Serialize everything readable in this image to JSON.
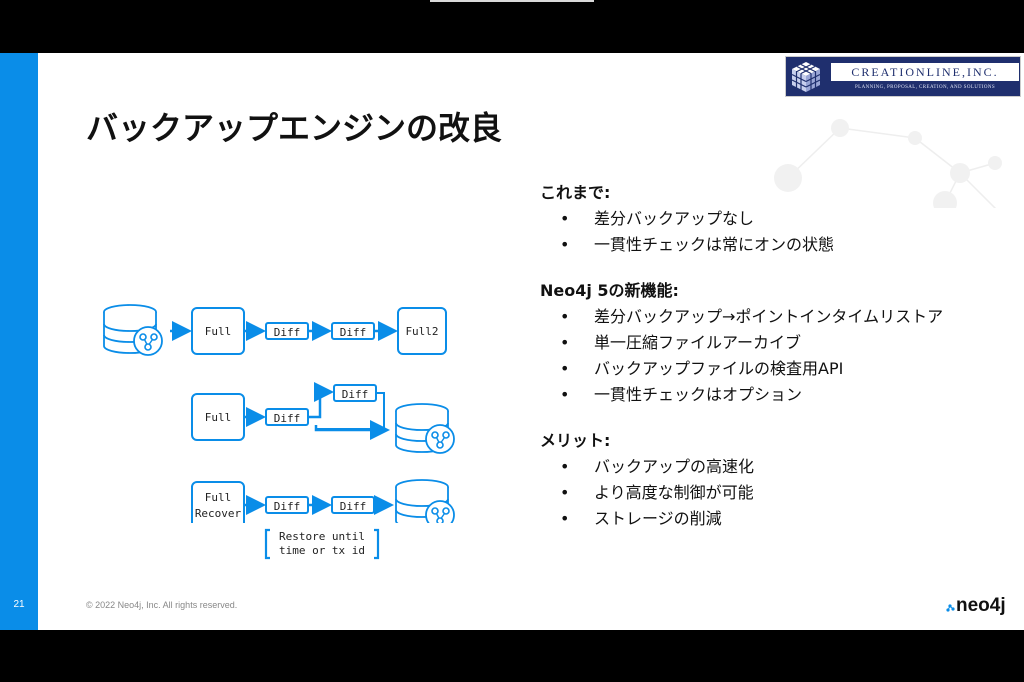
{
  "slide": {
    "title": "バックアップエンジンの改良",
    "page_number": "21",
    "copyright": "© 2022 Neo4j, Inc. All rights reserved.",
    "brand_logo_text": "neo4j"
  },
  "corner_logo": {
    "name": "CREATIONLINE,INC.",
    "tagline": "PLANNING, PROPOSAL, CREATION, AND SOLUTIONS"
  },
  "diagram": {
    "row1": {
      "full": "Full",
      "diff1": "Diff",
      "diff2": "Diff",
      "full2": "Full2"
    },
    "row2": {
      "full": "Full",
      "diff1": "Diff",
      "diff2": "Diff"
    },
    "row3": {
      "full_line1": "Full",
      "full_line2": "Recover",
      "diff1": "Diff",
      "diff2": "Diff",
      "note_line1": "Restore until",
      "note_line2": "time or tx id"
    }
  },
  "sections": [
    {
      "heading": "これまで:",
      "items": [
        "差分バックアップなし",
        "一貫性チェックは常にオンの状態"
      ]
    },
    {
      "heading": "Neo4j 5の新機能:",
      "items": [
        "差分バックアップ→ポイントインタイムリストア",
        "単一圧縮ファイルアーカイブ",
        "バックアップファイルの検査用API",
        "一貫性チェックはオプション"
      ]
    },
    {
      "heading": "メリット:",
      "items": [
        "バックアップの高速化",
        "より高度な制御が可能",
        "ストレージの削減"
      ]
    }
  ],
  "bullet": "•",
  "colors": {
    "accent_blue": "#0a8de8",
    "logo_navy": "#1f2f6e"
  },
  "icons": [
    "database-icon",
    "graph-icon",
    "cube-logo-icon",
    "arrow-icon"
  ]
}
